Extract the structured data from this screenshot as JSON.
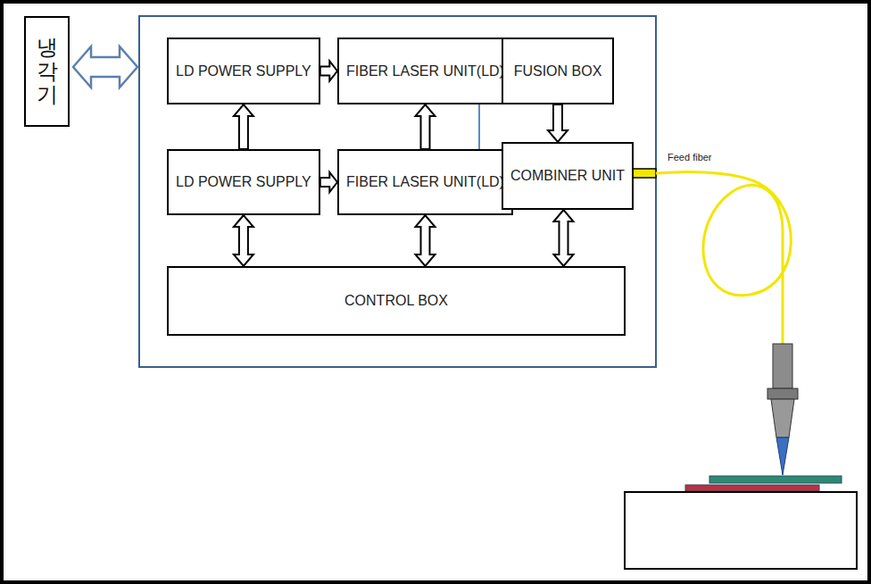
{
  "diagram": {
    "nodes": [
      {
        "text": [
          "냉각기"
        ]
      },
      {
        "text": [
          "LD POWER SUPPLY"
        ]
      },
      {
        "text": [
          "FIBER LASER UNIT(LD)"
        ]
      },
      {
        "text": [
          "FUSION BOX"
        ]
      },
      {
        "text": [
          "LD POWER SUPPLY"
        ]
      },
      {
        "text": [
          "FIBER LASER UNIT(LD)"
        ]
      },
      {
        "text": [
          "COMBINER UNIT"
        ]
      },
      {
        "text": [
          "CONTROL BOX"
        ]
      }
    ],
    "edges": [
      {
        "from": 1,
        "to": 2,
        "arrow": "to"
      },
      {
        "from": 4,
        "to": 5,
        "arrow": "to"
      },
      {
        "from": 4,
        "to": 1,
        "arrow": "to"
      },
      {
        "from": 5,
        "to": 2,
        "arrow": "to"
      },
      {
        "from": 2,
        "to": 3,
        "arrow": "to"
      },
      {
        "from": 5,
        "to": 3,
        "arrow": "to"
      },
      {
        "from": 3,
        "to": 6,
        "arrow": "to"
      },
      {
        "from": 4,
        "to": 7,
        "arrow": "both"
      },
      {
        "from": 5,
        "to": 7,
        "arrow": "both"
      },
      {
        "from": 6,
        "to": 7,
        "arrow": "both"
      }
    ],
    "labels": [
      "Feed fiber"
    ]
  }
}
